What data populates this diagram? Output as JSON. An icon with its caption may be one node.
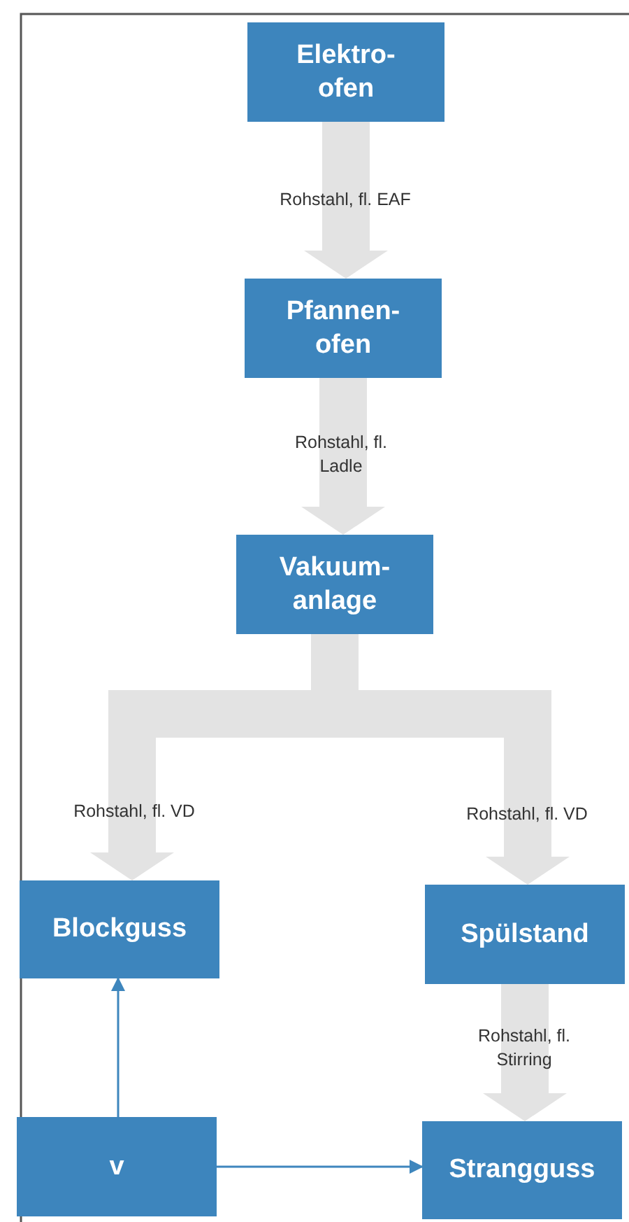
{
  "diagram": {
    "nodes": [
      {
        "text": [
          "Elektro- ofen"
        ]
      },
      {
        "text": [
          "Pfannen- ofen"
        ]
      },
      {
        "text": [
          "Vakuum- anlage"
        ]
      },
      {
        "text": [
          "Blockguss"
        ]
      },
      {
        "text": [
          "Spülstand"
        ]
      },
      {
        "text": [
          "v"
        ]
      },
      {
        "text": [
          "Strangguss"
        ]
      }
    ],
    "edges": [
      {
        "from": 0,
        "to": 1,
        "arrow": "to",
        "label": "Rohstahl, fl. EAF",
        "style": "thick"
      },
      {
        "from": 1,
        "to": 2,
        "arrow": "to",
        "label": "Rohstahl, fl. Ladle",
        "style": "thick"
      },
      {
        "from": 2,
        "to": 3,
        "arrow": "to",
        "label": "Rohstahl, fl. VD",
        "style": "thick"
      },
      {
        "from": 2,
        "to": 4,
        "arrow": "to",
        "label": "Rohstahl, fl. VD",
        "style": "thick"
      },
      {
        "from": 4,
        "to": 6,
        "arrow": "to",
        "label": "Rohstahl, fl. Stirring",
        "style": "thick"
      },
      {
        "from": 5,
        "to": 3,
        "arrow": "to",
        "color": "#3e86bd"
      },
      {
        "from": 5,
        "to": 6,
        "arrow": "to",
        "color": "#3e86bd"
      }
    ]
  }
}
